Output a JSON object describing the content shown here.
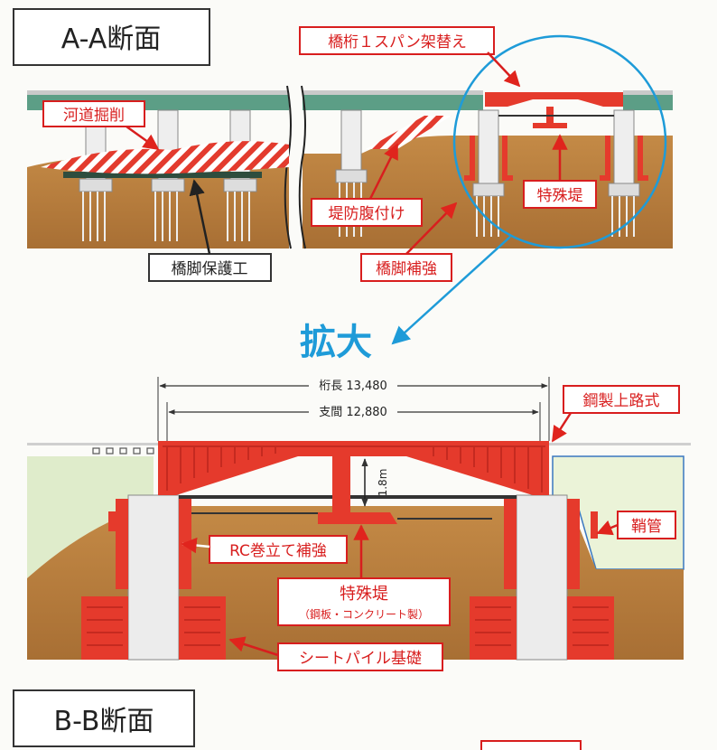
{
  "section_aa": {
    "title": "A-A断面"
  },
  "section_bb": {
    "title": "B-B断面"
  },
  "labels": {
    "kyoketa": "橋桁１スパン架替え",
    "kadou": "河道掘削",
    "teibou": "堤防腹付け",
    "tokushu_top": "特殊堤",
    "kyokyaku_hogo": "橋脚保護工",
    "kyokyaku_hokyo": "橋脚補強",
    "kakudai": "拡大",
    "kouseijoro": "鋼製上路式",
    "sayakan": "鞘管",
    "rc": "RC巻立て補強",
    "tokushu_bottom": "特殊堤",
    "tokushu_note": "（鋼板・コンクリート製）",
    "sheet_pile": "シートパイル基礎",
    "clearance": "1.8m"
  },
  "dimensions": {
    "girder_length": "桁長 13,480",
    "span": "支間 12,880"
  },
  "colors": {
    "steel_red": "#e53a2c",
    "callout_red": "#d81e1e",
    "ground": "#b57c3c",
    "pier": "#ececec",
    "embankment_green": "#dfeccb",
    "deck_green": "#5c9e86",
    "callout_blue": "#1e9bd8"
  }
}
